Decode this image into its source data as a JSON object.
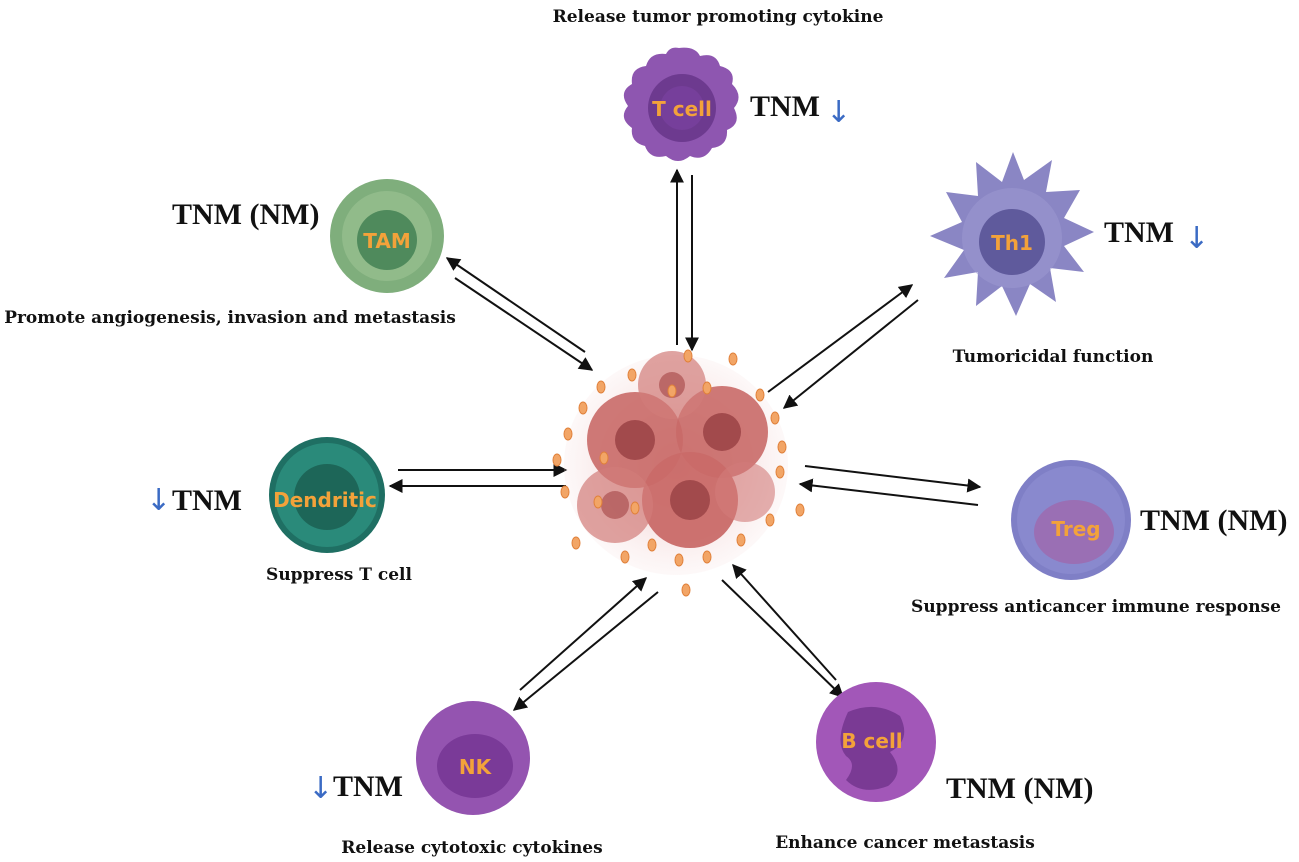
{
  "colors": {
    "arrow": "#3b6bc4",
    "cell_label": "#f3a23a",
    "tumor": "#c96a68",
    "tumor_core": "#a24a4c",
    "dots": "#f2a566"
  },
  "tumor": {
    "icon": "tumor-cell-cluster"
  },
  "cells": {
    "tcell": {
      "label": "T cell",
      "tnm": "TNM",
      "trend": "↓",
      "caption": "Release tumor  promoting  cytokine",
      "color": "#8e56b0"
    },
    "tam": {
      "label": "TAM",
      "tnm": "TNM (NM)",
      "trend": "",
      "caption": "Promote  angiogenesis,  invasion  and  metastasis",
      "color": "#7fae7c"
    },
    "th1": {
      "label": "Th1",
      "tnm": "TNM",
      "trend": "↓",
      "caption": "Tumoricidal  function",
      "color": "#8a86c4"
    },
    "dendritic": {
      "label": "Dendritic",
      "tnm": "TNM",
      "trend": "↓",
      "caption": "Suppress T cell",
      "color": "#2a8a7a"
    },
    "treg": {
      "label": "Treg",
      "tnm": "TNM (NM)",
      "trend": "",
      "caption": "Suppress anticancer  immune  response",
      "color": "#7f7fc6"
    },
    "nk": {
      "label": "NK",
      "tnm": "TNM",
      "trend": "↓",
      "caption": "Release cytotoxic  cytokines",
      "color": "#9454b0"
    },
    "bcell": {
      "label": "B cell",
      "tnm": "TNM (NM)",
      "trend": "",
      "caption": "Enhance  cancer  metastasis",
      "color": "#a257b8"
    }
  }
}
